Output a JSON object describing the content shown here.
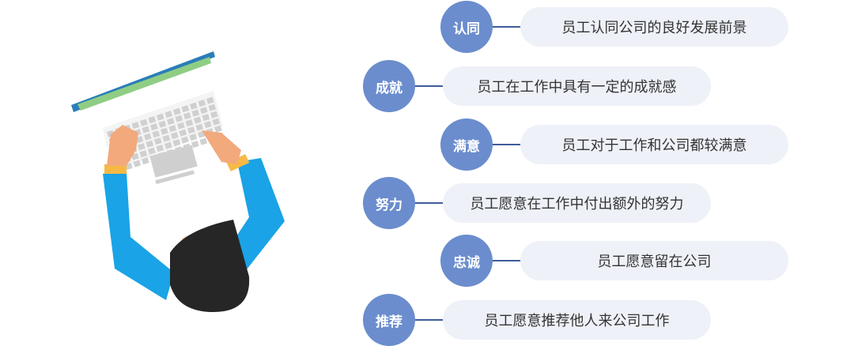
{
  "colors": {
    "circle": "#6b8dcd",
    "line": "#3f5c9a",
    "pill": "#eef1f8",
    "text": "#333333"
  },
  "items": [
    {
      "tag": "认同",
      "text": "员工认同公司的良好发展前景"
    },
    {
      "tag": "成就",
      "text": "员工在工作中具有一定的成就感"
    },
    {
      "tag": "满意",
      "text": "员工对于工作和公司都较满意"
    },
    {
      "tag": "努力",
      "text": "员工愿意在工作中付出额外的努力"
    },
    {
      "tag": "忠诚",
      "text": "员工愿意留在公司"
    },
    {
      "tag": "推荐",
      "text": "员工愿意推荐他人来公司工作"
    }
  ]
}
